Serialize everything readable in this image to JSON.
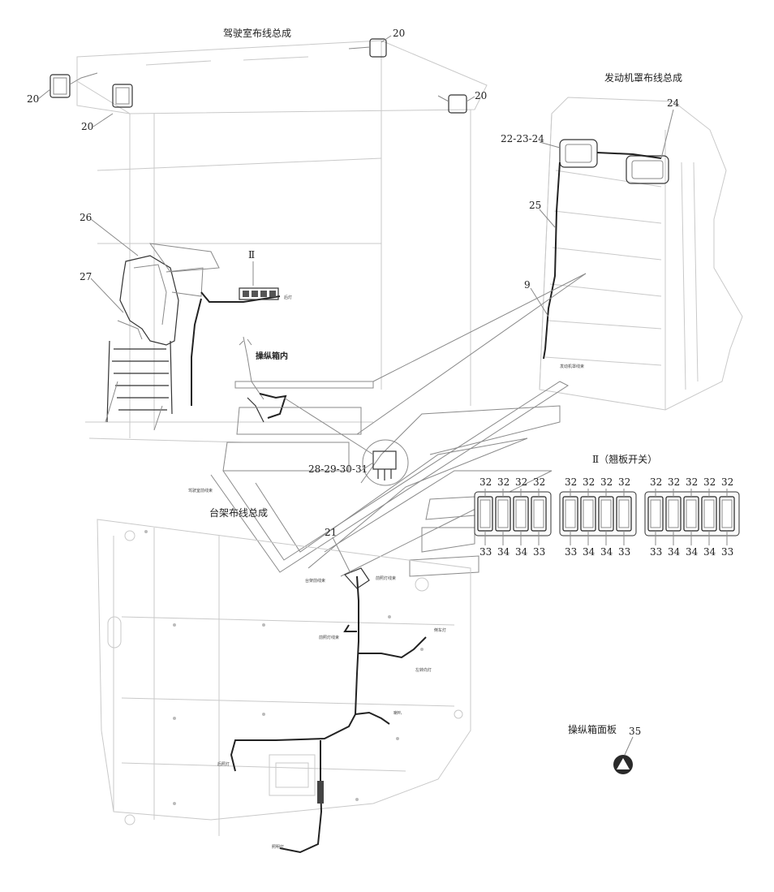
{
  "titles": {
    "cab_harness": "驾驶室布线总成",
    "engine_hood_harness": "发动机罩布线总成",
    "platform_harness": "台架布线总成",
    "control_box_panel": "操纵箱面板",
    "rocker_switch": "Ⅱ（翘板开关）"
  },
  "callouts": {
    "c20": "20",
    "c21": "21",
    "c24": "24",
    "c25": "25",
    "c27": "27",
    "c9": "9",
    "c22_24": "22-23-24",
    "c28_31": "28-29-30-31",
    "c35": "35",
    "c32": "32",
    "c33": "33",
    "c34": "34",
    "roman2": "Ⅱ"
  },
  "labels": {
    "control_box_inside": "操纵箱内",
    "rear_light": "后灯",
    "cab_front": "驾驶室前线束",
    "platform_front": "台架前线束",
    "engine_hood_small": "发动机罩线束",
    "control_front": "前照灯线束",
    "platform_harness_small": "台架布线束",
    "harness_a": "前照灯线束",
    "harness_b": "倒车灯",
    "harness_c": "左转向灯",
    "harness_d": "喇叭",
    "harness_e": "后照灯",
    "harness_f": "照明灯",
    "harness_g": "前照灯"
  },
  "switch_rows": {
    "group1_top": [
      "32",
      "32",
      "32",
      "32"
    ],
    "group1_bottom": [
      "33",
      "34",
      "34",
      "33"
    ],
    "group2_top": [
      "32",
      "32",
      "32",
      "32"
    ],
    "group2_bottom": [
      "33",
      "34",
      "34",
      "33"
    ],
    "group3_top": [
      "32",
      "32",
      "32",
      "32",
      "32"
    ],
    "group3_bottom": [
      "33",
      "34",
      "34",
      "34",
      "33"
    ]
  }
}
